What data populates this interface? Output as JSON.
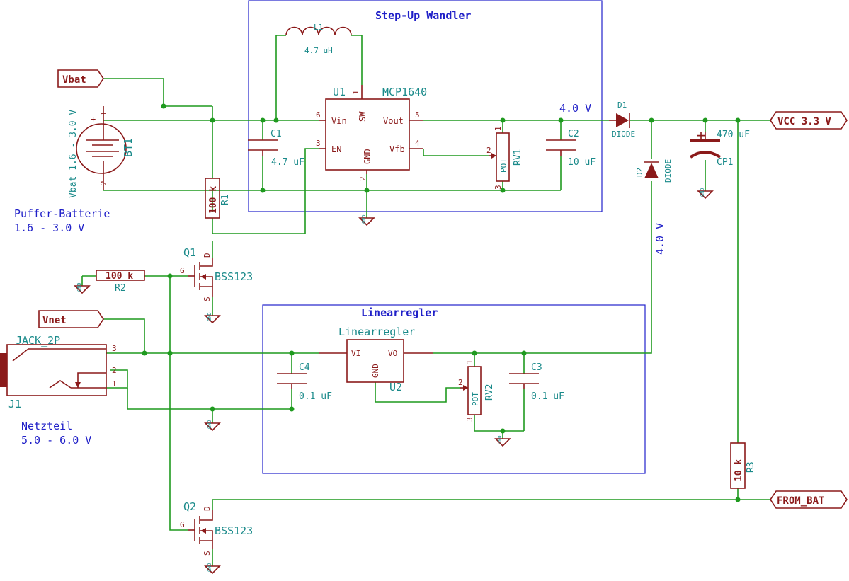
{
  "blocks": {
    "stepup_title": "Step-Up Wandler",
    "linear_title": "Linearregler"
  },
  "labels": {
    "vbat": "Vbat",
    "vnet": "Vnet",
    "vcc": "VCC 3.3 V",
    "from_bat": "FROM_BAT"
  },
  "notes": {
    "puffer_line1": "Puffer-Batterie",
    "puffer_line2": "1.6 - 3.0 V",
    "netzteil_line1": "Netzteil",
    "netzteil_line2": "5.0 - 6.0 V",
    "out_stepup": "4.0 V",
    "out_linear": "4.0 V"
  },
  "components": {
    "bt1": {
      "ref": "BT1",
      "value": "Vbat 1.6 - 3.0 V",
      "plus": "+",
      "minus": "-",
      "pin1": "1",
      "pin2": "2"
    },
    "l1": {
      "ref": "L1",
      "value": "4.7 uH"
    },
    "u1": {
      "ref": "U1",
      "value": "MCP1640",
      "vin": "Vin",
      "sw": "SW",
      "vout": "Vout",
      "en": "EN",
      "gnd": "GND",
      "vfb": "Vfb",
      "p1": "1",
      "p2": "2",
      "p3": "3",
      "p4": "4",
      "p5": "5",
      "p6": "6"
    },
    "c1": {
      "ref": "C1",
      "value": "4.7 uF"
    },
    "c2": {
      "ref": "C2",
      "value": "10 uF"
    },
    "rv1": {
      "ref": "RV1",
      "value": "POT",
      "p1": "1",
      "p2": "2",
      "p3": "3"
    },
    "d1": {
      "ref": "D1",
      "value": "DIODE"
    },
    "d2": {
      "ref": "D2",
      "value": "DIODE"
    },
    "cp1": {
      "ref": "CP1",
      "value": "470 uF",
      "plus": "+"
    },
    "r1": {
      "ref": "R1",
      "value": "100 k"
    },
    "r2": {
      "ref": "R2",
      "value": "100 k"
    },
    "r3": {
      "ref": "R3",
      "value": "10 k"
    },
    "q1": {
      "ref": "Q1",
      "value": "BSS123",
      "g": "G",
      "d": "D",
      "s": "S"
    },
    "q2": {
      "ref": "Q2",
      "value": "BSS123",
      "g": "G",
      "d": "D",
      "s": "S"
    },
    "j1": {
      "ref": "J1",
      "value": "JACK_2P",
      "p1": "1",
      "p2": "2",
      "p3": "3"
    },
    "u2": {
      "ref": "U2",
      "value": "Linearregler",
      "vi": "VI",
      "vo": "VO",
      "gnd": "GND"
    },
    "c3": {
      "ref": "C3",
      "value": "0.1 uF"
    },
    "c4": {
      "ref": "C4",
      "value": "0.1 uF"
    },
    "rv2": {
      "ref": "RV2",
      "value": "POT",
      "p1": "1",
      "p2": "2",
      "p3": "3"
    },
    "gnd_symbol": "GND"
  }
}
